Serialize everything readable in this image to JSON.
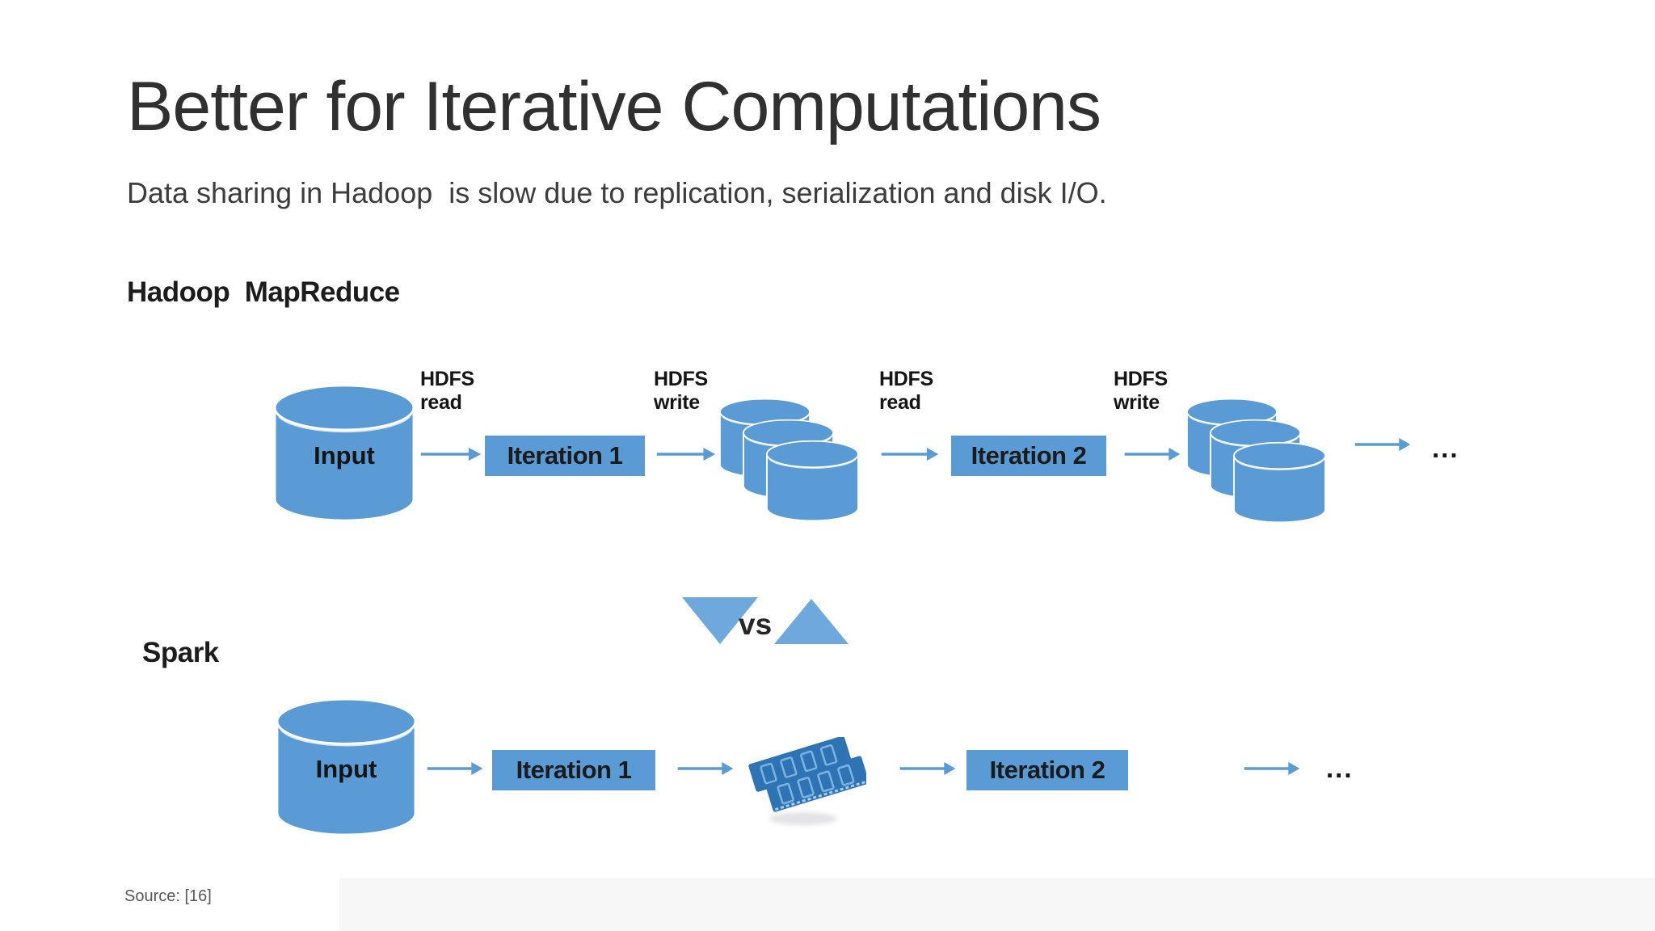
{
  "slide": {
    "title": "Better for Iterative Computations",
    "subtitle": "Data sharing in Hadoop  is slow due to replication, serialization and disk I/O.",
    "vs_label": "vs",
    "source": "Source: [16]"
  },
  "colors": {
    "shape_blue": "#5B9BD5",
    "triangle_blue": "#6FA8DC",
    "ram_blue": "#2E74B5",
    "arrow_blue": "#5B9BD5",
    "text_dark": "#1C1C1C",
    "source_gray": "#575757"
  },
  "hadoop_row": {
    "section_label": "Hadoop  MapReduce",
    "input_label": "Input",
    "hdfs_labels": [
      "HDFS\nread",
      "HDFS\nwrite",
      "HDFS\nread",
      "HDFS\nwrite"
    ],
    "iteration_labels": [
      "Iteration 1",
      "Iteration 2"
    ],
    "ellipsis": "..."
  },
  "spark_row": {
    "section_label": "Spark",
    "input_label": "Input",
    "iteration_labels": [
      "Iteration 1",
      "Iteration 2"
    ],
    "ellipsis": "..."
  }
}
